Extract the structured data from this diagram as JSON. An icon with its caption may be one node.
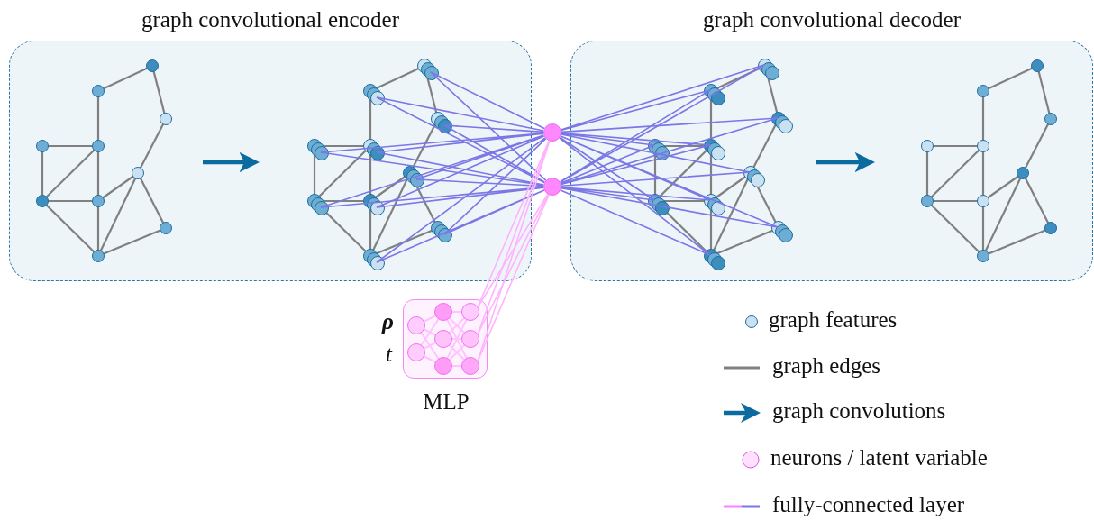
{
  "diagram": {
    "nodes": [
      {
        "text": [
          "graph convolutional encoder"
        ]
      },
      {
        "text": [
          "graph convolutional decoder"
        ]
      },
      {
        "text": [],
        "shape": "picture",
        "in": 0
      },
      {
        "text": [],
        "shape": "picture",
        "in": 0
      },
      {
        "text": [],
        "shape": "picture",
        "in": 1
      },
      {
        "text": [],
        "shape": "picture",
        "in": 1
      },
      {
        "text": [],
        "shape": "circle"
      },
      {
        "text": [],
        "shape": "circle"
      },
      {
        "text": [
          "MLP"
        ]
      }
    ],
    "edges": [
      {
        "from": 2,
        "to": 3,
        "arrow": "to",
        "style": "thick",
        "color": "#0b6aa0"
      },
      {
        "from": 4,
        "to": 5,
        "arrow": "to",
        "style": "thick",
        "color": "#0b6aa0"
      },
      {
        "from": 3,
        "to": 6,
        "arrow": "none"
      },
      {
        "from": 3,
        "to": 7,
        "arrow": "none"
      },
      {
        "from": 6,
        "to": 4,
        "arrow": "none"
      },
      {
        "from": 7,
        "to": 4,
        "arrow": "none"
      },
      {
        "from": 8,
        "to": 6,
        "arrow": "none",
        "color": "#ffb3ff"
      },
      {
        "from": 8,
        "to": 7,
        "arrow": "none",
        "color": "#ffb3ff"
      }
    ],
    "labels": [
      "ρ",
      "t"
    ],
    "legend": [
      {
        "text": "graph features"
      },
      {
        "text": "graph edges"
      },
      {
        "text": "graph convolutions"
      },
      {
        "text": "neurons / latent variable"
      },
      {
        "text": "fully-connected layer"
      }
    ]
  }
}
